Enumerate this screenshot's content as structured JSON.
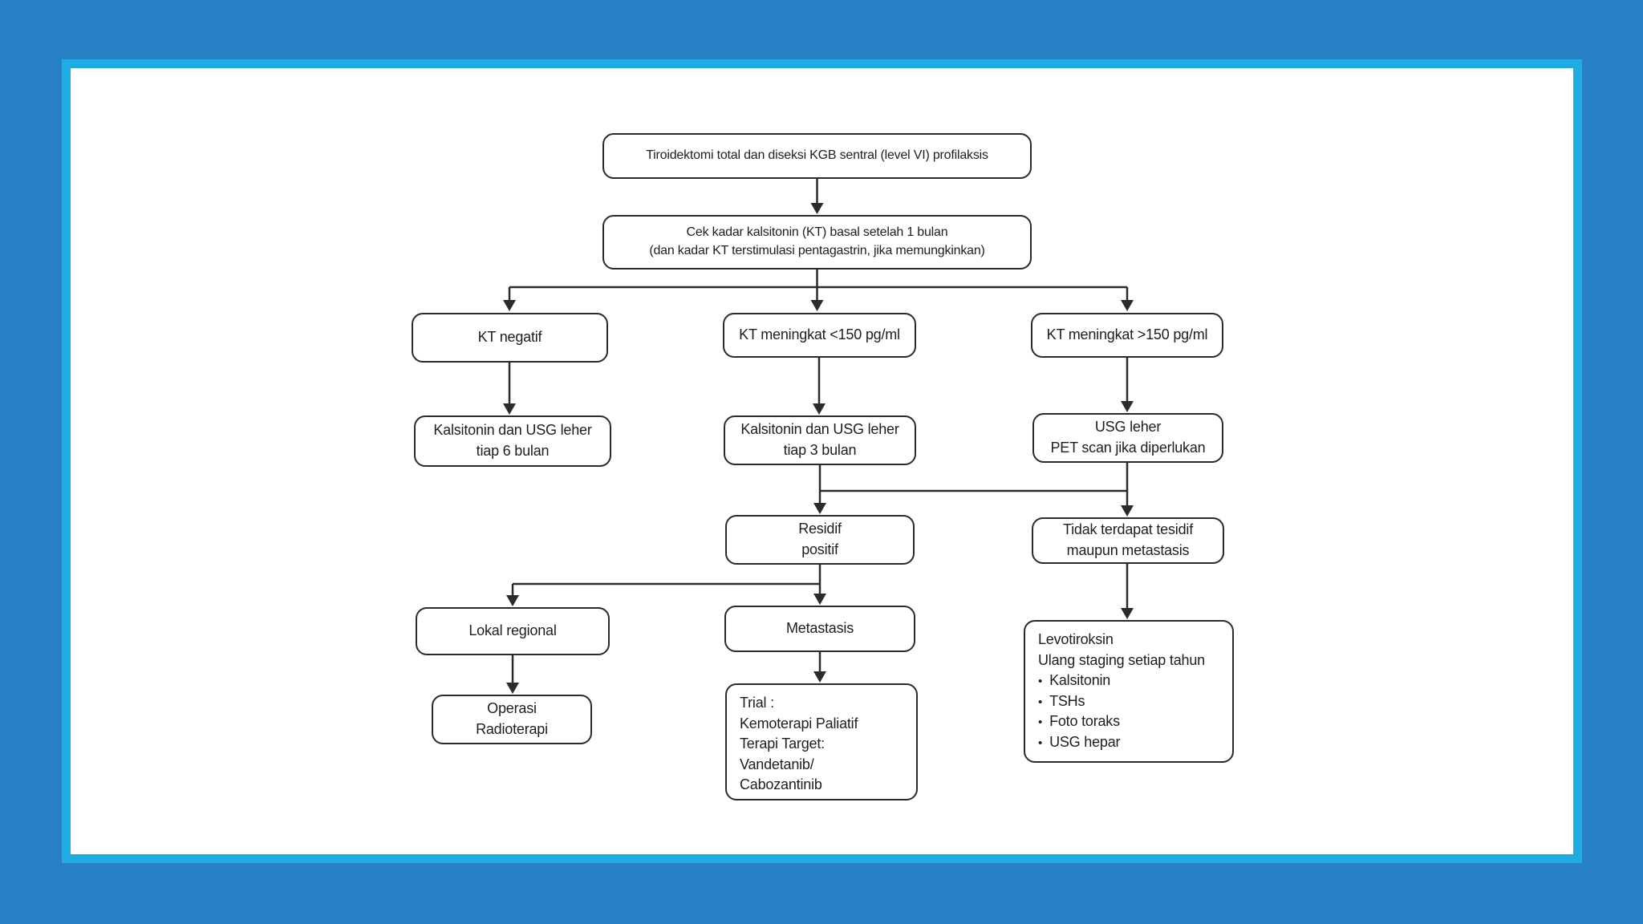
{
  "frame": {
    "outer_background": "#2880c4",
    "border_color": "#1fabe4",
    "paper_background": "#ffffff",
    "ink_color": "#2a2a2a"
  },
  "bullet_glyph": "•",
  "chart_type": "flowchart",
  "nodes": {
    "root": {
      "line1": "Tiroidektomi total dan diseksi KGB sentral (level VI) profilaksis"
    },
    "cek_kadar": {
      "line1": "Cek kadar kalsitonin (KT) basal setelah 1 bulan",
      "line2": "(dan kadar KT terstimulasi pentagastrin, jika memungkinkan)"
    },
    "kt_negatif": {
      "line1": "KT negatif"
    },
    "kt_meningkat_rendah": {
      "line1": "KT meningkat <150 pg/ml"
    },
    "kt_meningkat_tinggi": {
      "line1": "KT meningkat >150 pg/ml"
    },
    "usg_6_bulan": {
      "line1": "Kalsitonin dan USG leher",
      "line2": "tiap 6 bulan"
    },
    "usg_3_bulan": {
      "line1": "Kalsitonin dan USG leher",
      "line2": "tiap 3 bulan"
    },
    "usg_pet": {
      "line1": "USG leher",
      "line2": "PET scan jika diperlukan"
    },
    "residif_positif": {
      "line1": "Residif",
      "line2": "positif"
    },
    "tidak_residif": {
      "line1": "Tidak terdapat tesidif",
      "line2": "maupun metastasis"
    },
    "lokal_regional": {
      "line1": "Lokal regional"
    },
    "metastasis": {
      "line1": "Metastasis"
    },
    "operasi": {
      "line1": "Operasi",
      "line2": "Radioterapi"
    },
    "trial": {
      "line1": "Trial :",
      "line2": "Kemoterapi Paliatif",
      "line3": "Terapi Target:",
      "line4": "Vandetanib/",
      "line5": "Cabozantinib"
    },
    "levotiroksin": {
      "line1": "Levotiroksin",
      "line2": "Ulang staging setiap tahun",
      "bullets": [
        "Kalsitonin",
        "TSHs",
        "Foto toraks",
        "USG hepar"
      ]
    }
  }
}
